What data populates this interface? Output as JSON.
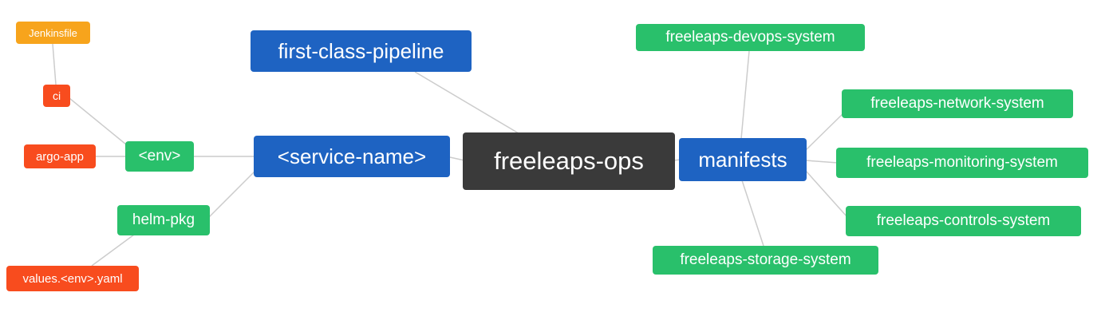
{
  "diagram": {
    "type": "mindmap",
    "background": "#ffffff",
    "connector_color": "#cccccc"
  },
  "palette": {
    "blue": "#1e63c2",
    "green": "#29c06b",
    "red_orange": "#f84c1e",
    "amber": "#f7a41c",
    "dark": "#3a3a3a",
    "text": "#ffffff"
  },
  "nodes": {
    "root": {
      "label": "freeleaps-ops",
      "color": "#3a3a3a"
    },
    "pipeline": {
      "label": "first-class-pipeline",
      "color": "#1e63c2"
    },
    "service_name": {
      "label": "<service-name>",
      "color": "#1e63c2"
    },
    "manifests": {
      "label": "manifests",
      "color": "#1e63c2"
    },
    "env": {
      "label": "<env>",
      "color": "#29c06b"
    },
    "helm_pkg": {
      "label": "helm-pkg",
      "color": "#29c06b"
    },
    "ci": {
      "label": "ci",
      "color": "#f84c1e"
    },
    "argo_app": {
      "label": "argo-app",
      "color": "#f84c1e"
    },
    "jenkinsfile": {
      "label": "Jenkinsfile",
      "color": "#f7a41c"
    },
    "values_env_yaml": {
      "label": "values.<env>.yaml",
      "color": "#f84c1e"
    },
    "devops_system": {
      "label": "freeleaps-devops-system",
      "color": "#29c06b"
    },
    "network_system": {
      "label": "freeleaps-network-system",
      "color": "#29c06b"
    },
    "monitoring_system": {
      "label": "freeleaps-monitoring-system",
      "color": "#29c06b"
    },
    "controls_system": {
      "label": "freeleaps-controls-system",
      "color": "#29c06b"
    },
    "storage_system": {
      "label": "freeleaps-storage-system",
      "color": "#29c06b"
    }
  },
  "edges": [
    {
      "from": "root",
      "to": "pipeline"
    },
    {
      "from": "root",
      "to": "service_name"
    },
    {
      "from": "root",
      "to": "manifests"
    },
    {
      "from": "service_name",
      "to": "env"
    },
    {
      "from": "service_name",
      "to": "helm_pkg"
    },
    {
      "from": "env",
      "to": "argo_app"
    },
    {
      "from": "env",
      "to": "ci"
    },
    {
      "from": "ci",
      "to": "jenkinsfile"
    },
    {
      "from": "helm_pkg",
      "to": "values_env_yaml"
    },
    {
      "from": "manifests",
      "to": "devops_system"
    },
    {
      "from": "manifests",
      "to": "network_system"
    },
    {
      "from": "manifests",
      "to": "monitoring_system"
    },
    {
      "from": "manifests",
      "to": "controls_system"
    },
    {
      "from": "manifests",
      "to": "storage_system"
    }
  ]
}
